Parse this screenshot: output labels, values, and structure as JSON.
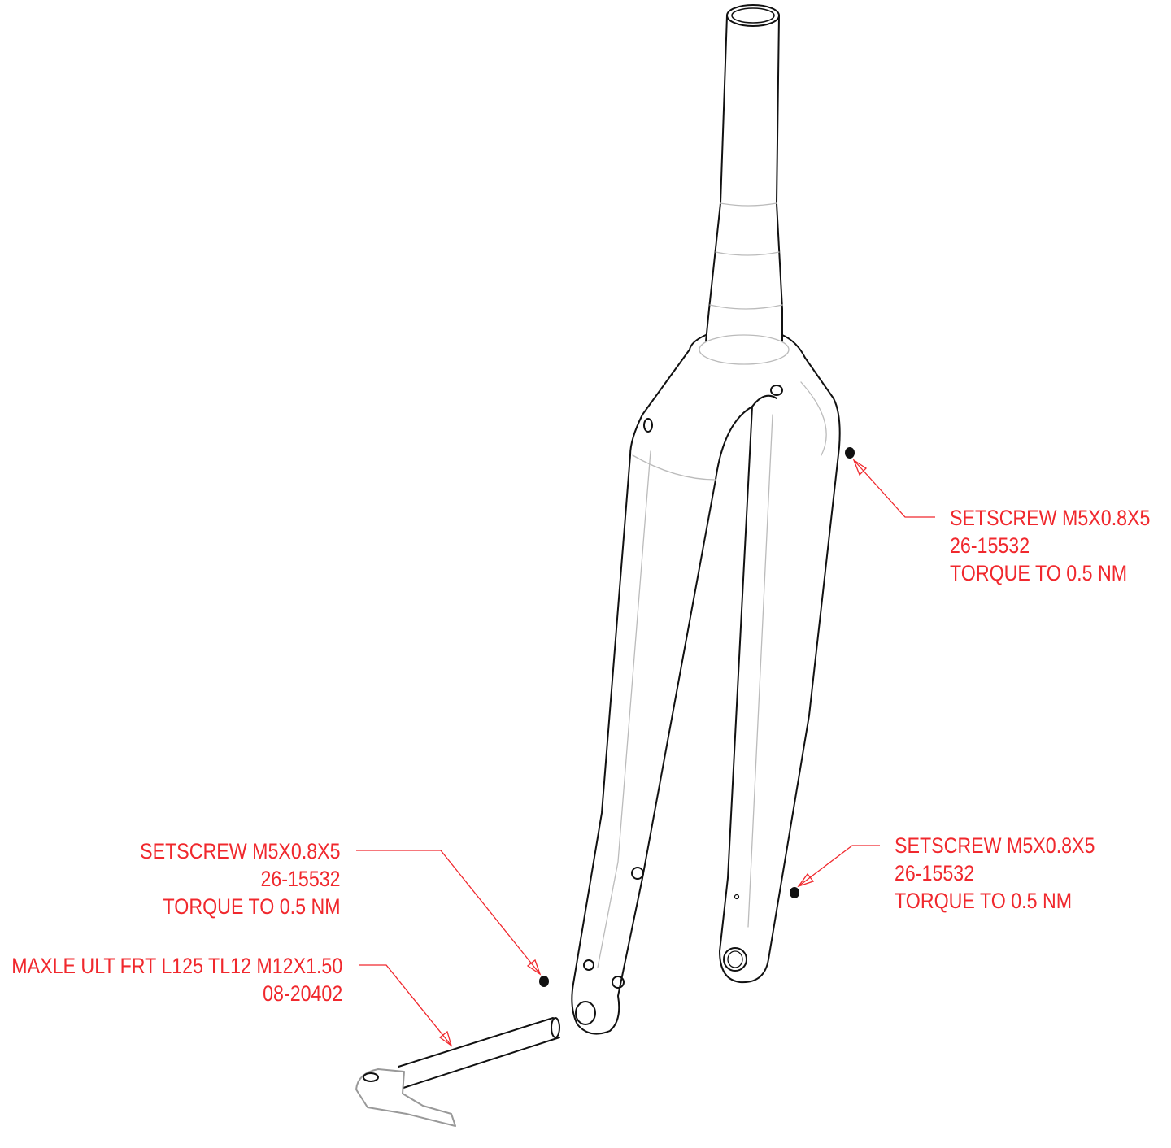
{
  "colors": {
    "callout": "#f0282d",
    "line": "#111111",
    "hidden": "#bbbbbb"
  },
  "callouts": [
    {
      "id": "setscrew-top-right",
      "lines": [
        "SETSCREW M5X0.8X5",
        "26-15532",
        "TORQUE TO 0.5 NM"
      ]
    },
    {
      "id": "setscrew-bottom-right",
      "lines": [
        "SETSCREW M5X0.8X5",
        "26-15532",
        "TORQUE TO 0.5 NM"
      ]
    },
    {
      "id": "setscrew-left",
      "lines": [
        "SETSCREW M5X0.8X5",
        "26-15532",
        "TORQUE TO 0.5 NM"
      ]
    },
    {
      "id": "maxle",
      "lines": [
        "MAXLE ULT FRT L125 TL12 M12X1.50",
        "08-20402"
      ]
    }
  ]
}
